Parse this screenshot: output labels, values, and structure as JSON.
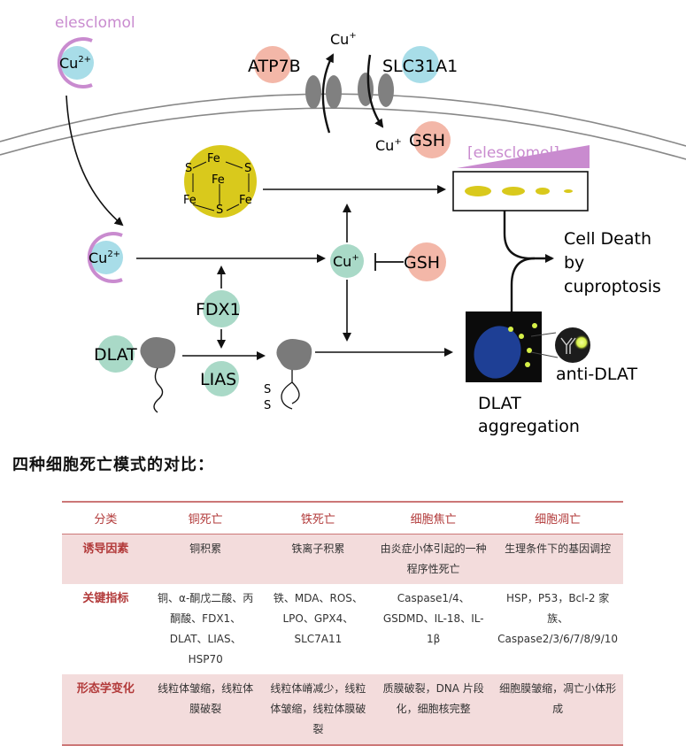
{
  "diagram": {
    "elesclomol_label": "elesclomol",
    "cu2_top": "Cu",
    "cu2_mid": "Cu",
    "sup_2plus": "2+",
    "atp7b": "ATP7B",
    "slc31a1": "SLC31A1",
    "cu_plus_top": "Cu",
    "cu_plus_bottom": "Cu",
    "cu_plus_center": "Cu",
    "sup_plus": "+",
    "gsh_top": "GSH",
    "gsh_mid": "GSH",
    "fe": "Fe",
    "s": "S",
    "elesclomol_gradient": "[elesclomol]",
    "cell_death_line1": "Cell Death",
    "cell_death_line2": "by",
    "cell_death_line3": "cuproptosis",
    "fdx1": "FDX1",
    "dlat": "DLAT",
    "lias": "LIAS",
    "anti_dlat": "anti-DLAT",
    "aggregation_line1": "DLAT",
    "aggregation_line2": "aggregation"
  },
  "section_title": "四种细胞死亡模式的对比：",
  "table": {
    "headers": [
      "分类",
      "铜死亡",
      "铁死亡",
      "细胞焦亡",
      "细胞凋亡"
    ],
    "rows": [
      {
        "label": "诱导因素",
        "cells": [
          "铜积累",
          "铁离子积累",
          "由炎症小体引起的一种程序性死亡",
          "生理条件下的基因调控"
        ]
      },
      {
        "label": "关键指标",
        "cells": [
          "铜、α-酮戊二酸、丙酮酸、FDX1、DLAT、LIAS、HSP70",
          "铁、MDA、ROS、LPO、GPX4、SLC7A11",
          "Caspase1/4、GSDMD、IL-18、IL-1β",
          "HSP，P53，Bcl-2 家族、Caspase2/3/6/7/8/9/10"
        ]
      },
      {
        "label": "形态学变化",
        "cells": [
          "线粒体皱缩，线粒体膜破裂",
          "线粒体嵴减少，线粒体皱缩，线粒体膜破裂",
          "质膜破裂，DNA 片段化，细胞核完整",
          "细胞膜皱缩，凋亡小体形成"
        ]
      }
    ]
  },
  "colors": {
    "teal": "#a9d9c7",
    "light_blue": "#a8dde8",
    "salmon": "#f3b7a8",
    "purple": "#c98bcf",
    "yellow": "#d9c91c",
    "table_red": "#b23a3a",
    "table_shade": "#f3dcdc"
  }
}
